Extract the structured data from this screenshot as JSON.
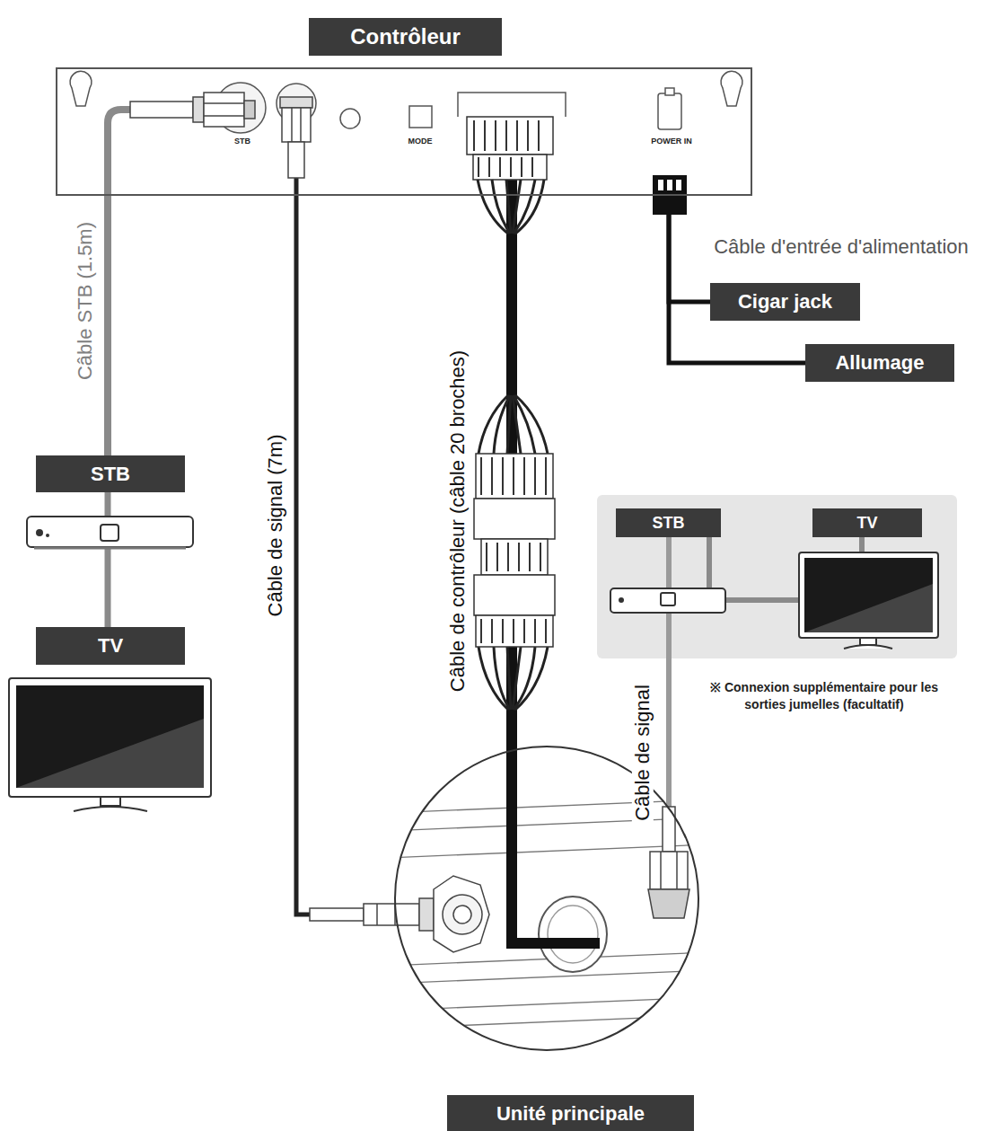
{
  "diagram": {
    "nodes": [
      {
        "text": [
          "Contrôleur"
        ]
      },
      {
        "text": [
          "STB"
        ]
      },
      {
        "text": [
          "TV"
        ]
      },
      {
        "text": [
          "Cigar jack"
        ]
      },
      {
        "text": [
          "Allumage"
        ]
      },
      {
        "text": [
          "※ Connexion supplémentaire pour les sorties jumelles (facultatif)"
        ]
      },
      {
        "text": [
          "STB"
        ],
        "in": 5
      },
      {
        "text": [
          "TV"
        ],
        "in": 5
      },
      {
        "text": [
          "Unité principale"
        ]
      }
    ],
    "edges": [
      {
        "from": 0,
        "to": 1,
        "label": "Câble STB (1.5m)",
        "arrow": "none"
      },
      {
        "from": 1,
        "to": 2,
        "arrow": "none"
      },
      {
        "from": 0,
        "to": 8,
        "label": "Câble de signal (7m)",
        "arrow": "none"
      },
      {
        "from": 0,
        "to": 8,
        "label": "Câble de contrôleur (câble 20 broches)",
        "arrow": "none"
      },
      {
        "from": 0,
        "to": 3,
        "label": "Câble d'entrée d'alimentation",
        "arrow": "none"
      },
      {
        "from": 0,
        "to": 4,
        "arrow": "none"
      },
      {
        "from": 8,
        "to": 6,
        "label": "Câble de signal",
        "arrow": "none"
      },
      {
        "from": 6,
        "to": 7,
        "arrow": "none"
      }
    ],
    "labels": [
      "STB",
      "MODE",
      "POWER IN"
    ]
  }
}
